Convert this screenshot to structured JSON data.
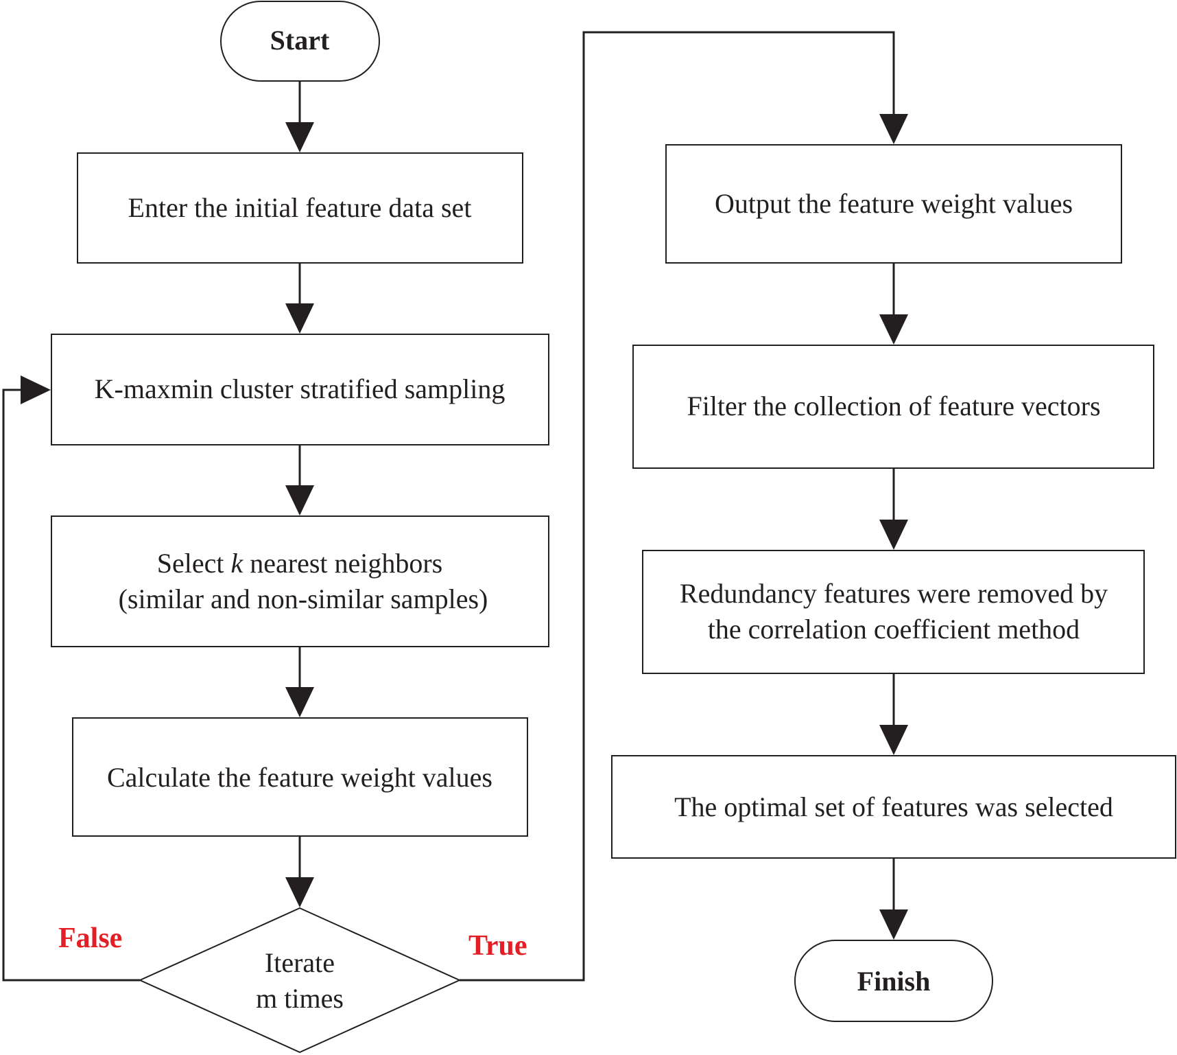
{
  "flowchart": {
    "start": {
      "label": "Start"
    },
    "steps_left": [
      {
        "id": "enter",
        "lines": [
          "Enter the initial feature data set"
        ]
      },
      {
        "id": "kmaxmin",
        "lines": [
          "K-maxmin cluster stratified sampling"
        ]
      },
      {
        "id": "select",
        "line1_prefix": "Select ",
        "line1_var": "k",
        "line1_suffix": " nearest neighbors",
        "line2": "(similar and non-similar samples)"
      },
      {
        "id": "calculate",
        "lines": [
          "Calculate the feature weight values"
        ]
      }
    ],
    "decision": {
      "lines": [
        "Iterate",
        "m times"
      ]
    },
    "branch_false": {
      "label": "False",
      "color": "#e31e24"
    },
    "branch_true": {
      "label": "True",
      "color": "#e31e24"
    },
    "steps_right": [
      {
        "id": "output",
        "lines": [
          "Output the feature weight values"
        ]
      },
      {
        "id": "filter",
        "lines": [
          "Filter the collection of feature vectors"
        ]
      },
      {
        "id": "redundancy",
        "lines": [
          "Redundancy features were removed by",
          "the correlation coefficient method"
        ]
      },
      {
        "id": "optimal",
        "lines": [
          "The optimal set of features was selected"
        ]
      }
    ],
    "finish": {
      "label": "Finish"
    }
  }
}
